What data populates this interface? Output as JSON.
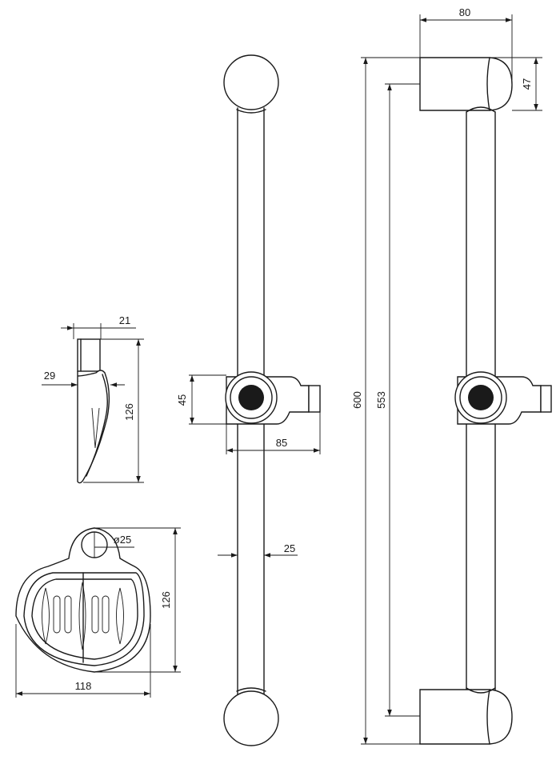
{
  "drawing": {
    "dimensions": {
      "holder_width": "80",
      "holder_height": "47",
      "total_length": "600",
      "inner_length": "553",
      "slider_height": "45",
      "slider_width": "85",
      "bar_diameter": "25",
      "dish_side_top": "21",
      "dish_side_offset": "29",
      "dish_side_height": "126",
      "dish_ring": "ø25",
      "dish_front_height": "126",
      "dish_front_width": "118"
    }
  }
}
